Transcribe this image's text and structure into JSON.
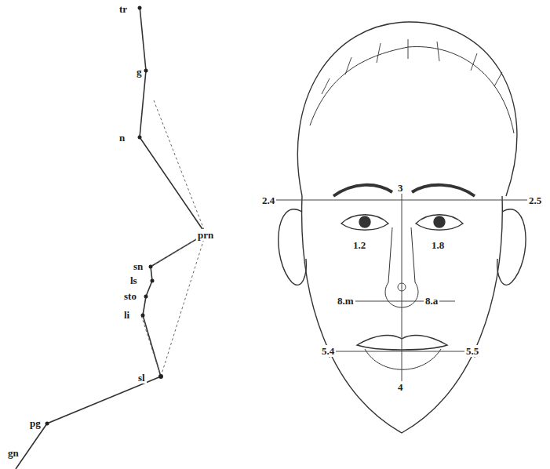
{
  "diagram": {
    "labels": [
      "tr",
      "g",
      "n",
      "prn",
      "sn",
      "ls",
      "sto",
      "li",
      "sl",
      "pg",
      "gn",
      "2.4",
      "3",
      "2.5",
      "1.2",
      "1.8",
      "8.m",
      "8.a",
      "5.4",
      "5.5",
      "4"
    ]
  }
}
